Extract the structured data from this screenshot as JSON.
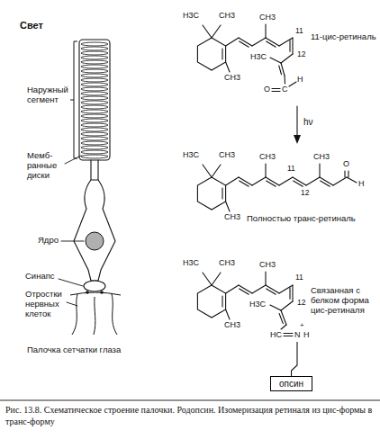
{
  "diagram": {
    "caption": "Рис. 13.8. Схематическое строение палочки. Родопсин. Изомеризация ретиналя из цис-формы в транс-форму",
    "nodes": [
      {
        "text": [
          "опсин"
        ]
      }
    ],
    "labels": [
      "Свет",
      "Наружный сегмент",
      "Мемб- ранные диски",
      "Ядро",
      "Синапс",
      "Отростки нервных клеток",
      "Палочка сетчатки глаза",
      "H3C",
      "CH3",
      "CH3",
      "CH3",
      "11",
      "12",
      "H3C",
      "C",
      "H",
      "O",
      "11-цис-ретиналь",
      "hν",
      "H3C",
      "CH3",
      "CH3",
      "CH3",
      "11",
      "12",
      "CH3",
      "O",
      "H",
      "Полностью транс-ретиналь",
      "H3C",
      "CH3",
      "CH3",
      "CH3",
      "11",
      "12",
      "H3C",
      "HC",
      "N",
      "+",
      "H",
      "Связанная с белком форма цис-ретиналя"
    ]
  }
}
